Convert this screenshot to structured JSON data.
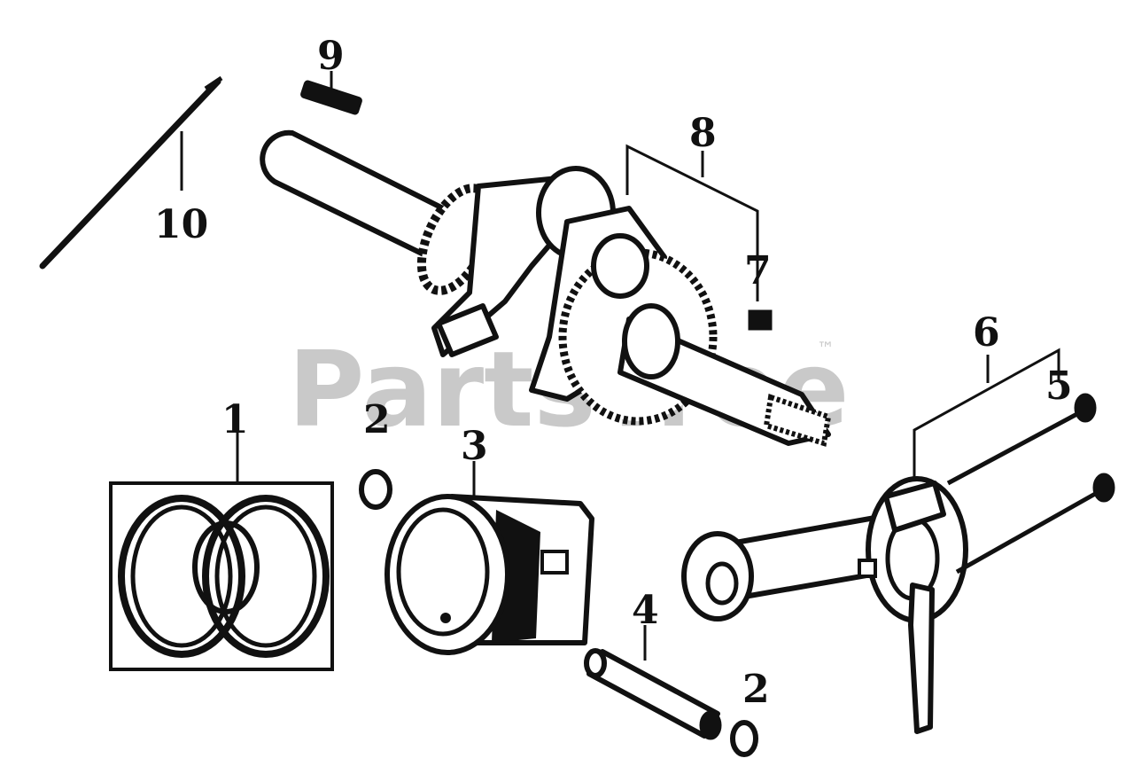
{
  "watermark": {
    "text": "PartsTree",
    "trademark": "™"
  },
  "callouts": {
    "ring_set": "1",
    "clip_top": "2",
    "piston": "3",
    "pin": "4",
    "bolt": "5",
    "rod_assembly": "6",
    "key": "7",
    "crank_assembly": "8",
    "key_top": "9",
    "dipper": "10",
    "clip_bottom": "2"
  },
  "colors": {
    "ink": "#111111",
    "watermark": "#c9c9c9",
    "background": "#ffffff"
  }
}
